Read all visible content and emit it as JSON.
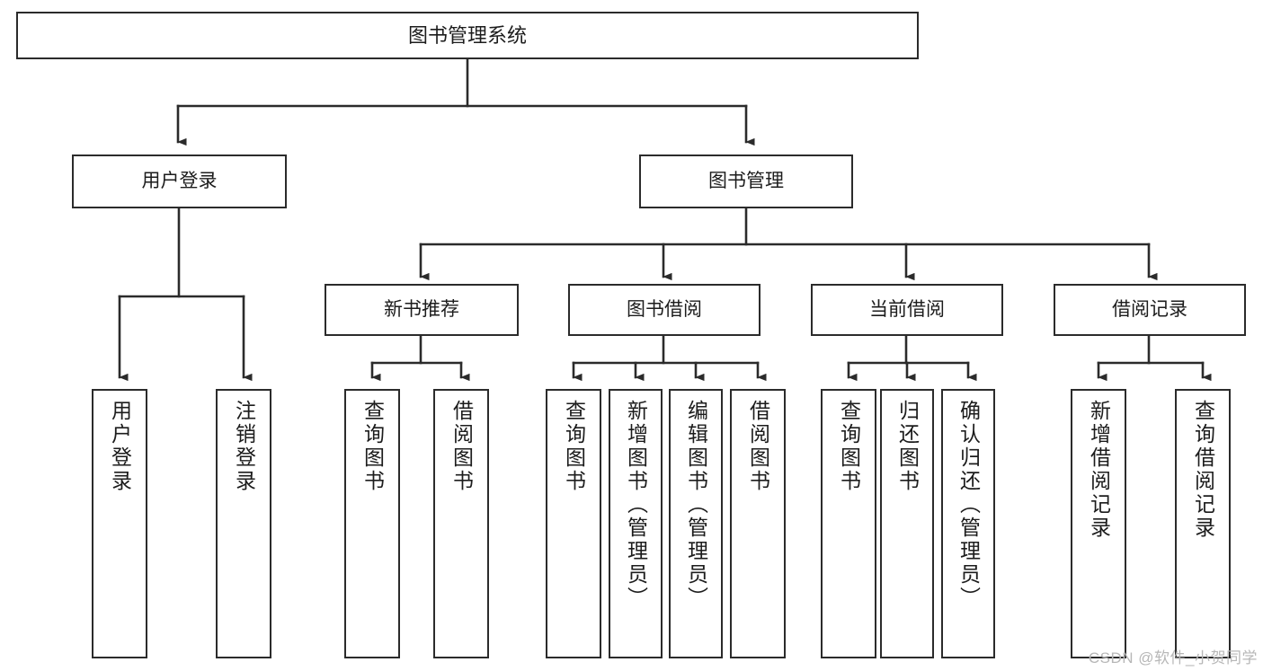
{
  "diagram": {
    "title": "图书管理系统",
    "type": "functional-structure-tree",
    "root": {
      "id": "root",
      "label": "图书管理系统"
    },
    "level2": [
      {
        "id": "user-login",
        "label": "用户登录"
      },
      {
        "id": "book-management",
        "label": "图书管理"
      }
    ],
    "level3": [
      {
        "id": "new-book-recommend",
        "label": "新书推荐",
        "parent": "book-management"
      },
      {
        "id": "book-borrow",
        "label": "图书借阅",
        "parent": "book-management"
      },
      {
        "id": "current-borrow",
        "label": "当前借阅",
        "parent": "book-management"
      },
      {
        "id": "borrow-record",
        "label": "借阅记录",
        "parent": "book-management"
      }
    ],
    "leaves": {
      "user-login": [
        {
          "id": "leaf-user-login",
          "label": "用户登录"
        },
        {
          "id": "leaf-user-logout",
          "label": "注销登录"
        }
      ],
      "new-book-recommend": [
        {
          "id": "leaf-query-book-1",
          "label": "查询图书"
        },
        {
          "id": "leaf-borrow-book-1",
          "label": "借阅图书"
        }
      ],
      "book-borrow": [
        {
          "id": "leaf-query-book-2",
          "label": "查询图书"
        },
        {
          "id": "leaf-add-book",
          "label": "新增图书（管理员）"
        },
        {
          "id": "leaf-edit-book",
          "label": "编辑图书（管理员）"
        },
        {
          "id": "leaf-borrow-book-2",
          "label": "借阅图书"
        }
      ],
      "current-borrow": [
        {
          "id": "leaf-query-book-3",
          "label": "查询图书"
        },
        {
          "id": "leaf-return-book",
          "label": "归还图书"
        },
        {
          "id": "leaf-confirm-return",
          "label": "确认归还（管理员）"
        }
      ],
      "borrow-record": [
        {
          "id": "leaf-add-record",
          "label": "新增借阅记录"
        },
        {
          "id": "leaf-query-record",
          "label": "查询借阅记录"
        }
      ]
    }
  },
  "watermark": {
    "text": "CSDN @软件_小贺同学"
  },
  "colors": {
    "stroke": "#2b2b2b",
    "fill": "#ffffff",
    "text": "#1c1c1c",
    "watermark": "#b7b7b7"
  }
}
